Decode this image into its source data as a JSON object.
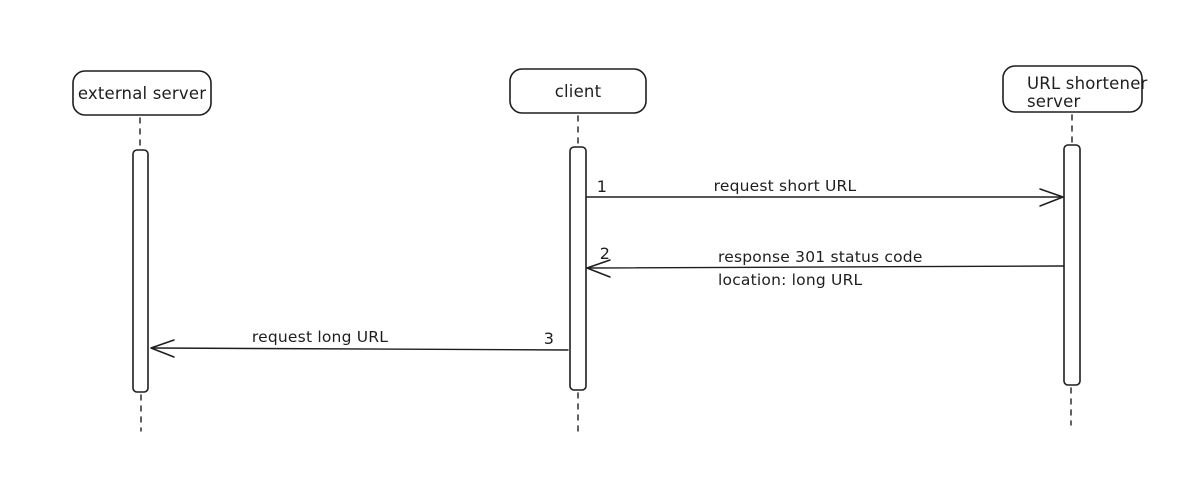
{
  "canvas": {
    "background_color": "#ffffff",
    "stroke_color": "#1e1e1e",
    "style": "hand-drawn sequence diagram"
  },
  "actors": [
    {
      "id": "external-server",
      "label_line1": "external server",
      "label_line2": ""
    },
    {
      "id": "client",
      "label_line1": "client",
      "label_line2": ""
    },
    {
      "id": "url-shortener-server",
      "label_line1": "URL shortener",
      "label_line2": "server"
    }
  ],
  "messages": [
    {
      "seq": "1",
      "from": "client",
      "to": "URL shortener server",
      "direction": "right",
      "label_line1": "request short URL",
      "label_line2": ""
    },
    {
      "seq": "2",
      "from": "URL shortener server",
      "to": "client",
      "direction": "left",
      "label_line1": "response 301 status code",
      "label_line2": "location: long URL"
    },
    {
      "seq": "3",
      "from": "client",
      "to": "external server",
      "direction": "left",
      "label_line1": "request long URL",
      "label_line2": ""
    }
  ]
}
